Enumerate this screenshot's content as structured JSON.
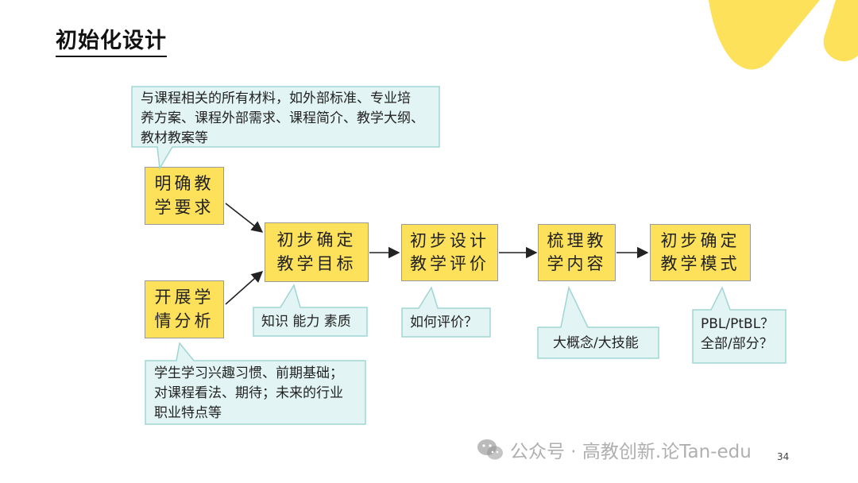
{
  "title": "初始化设计",
  "colors": {
    "box_fill": "#fde15a",
    "box_border": "#9a9a9a",
    "callout_fill": "#e2f4f3",
    "callout_border": "#9fd6d3",
    "decor_yellow": "#fde15a"
  },
  "boxes": [
    {
      "id": "clarify",
      "lines": [
        "明确教",
        "学要求"
      ]
    },
    {
      "id": "analyze",
      "lines": [
        "开展学",
        "情分析"
      ]
    },
    {
      "id": "goals",
      "lines": [
        "初步确定",
        "教学目标"
      ]
    },
    {
      "id": "evaluation",
      "lines": [
        "初步设计",
        "教学评价"
      ]
    },
    {
      "id": "content",
      "lines": [
        "梳理教",
        "学内容"
      ]
    },
    {
      "id": "mode",
      "lines": [
        "初步确定",
        "教学模式"
      ]
    }
  ],
  "callouts": [
    {
      "id": "materials",
      "lines": [
        "与课程相关的所有材料，如外部标准、专业培",
        "养方案、课程外部需求、课程简介、教学大纲、",
        "教材教案等"
      ]
    },
    {
      "id": "learners",
      "lines": [
        "学生学习兴趣习惯、前期基础；",
        "对课程看法、期待；未来的行业",
        "职业特点等"
      ]
    },
    {
      "id": "goals_note",
      "lines": [
        "知识 能力 素质"
      ]
    },
    {
      "id": "evaluation_note",
      "lines": [
        "如何评价？"
      ]
    },
    {
      "id": "content_note",
      "lines": [
        "大概念/大技能"
      ]
    },
    {
      "id": "mode_note",
      "lines": [
        "PBL/PtBL？",
        "全部/部分？"
      ]
    }
  ],
  "edges": [
    {
      "from": "clarify",
      "to": "goals"
    },
    {
      "from": "analyze",
      "to": "goals"
    },
    {
      "from": "goals",
      "to": "evaluation"
    },
    {
      "from": "evaluation",
      "to": "content"
    },
    {
      "from": "content",
      "to": "mode"
    }
  ],
  "page_number": "34",
  "watermark": {
    "icon": "wechat-icon",
    "text": "公众号 · 高教创新.论Tan-edu"
  }
}
